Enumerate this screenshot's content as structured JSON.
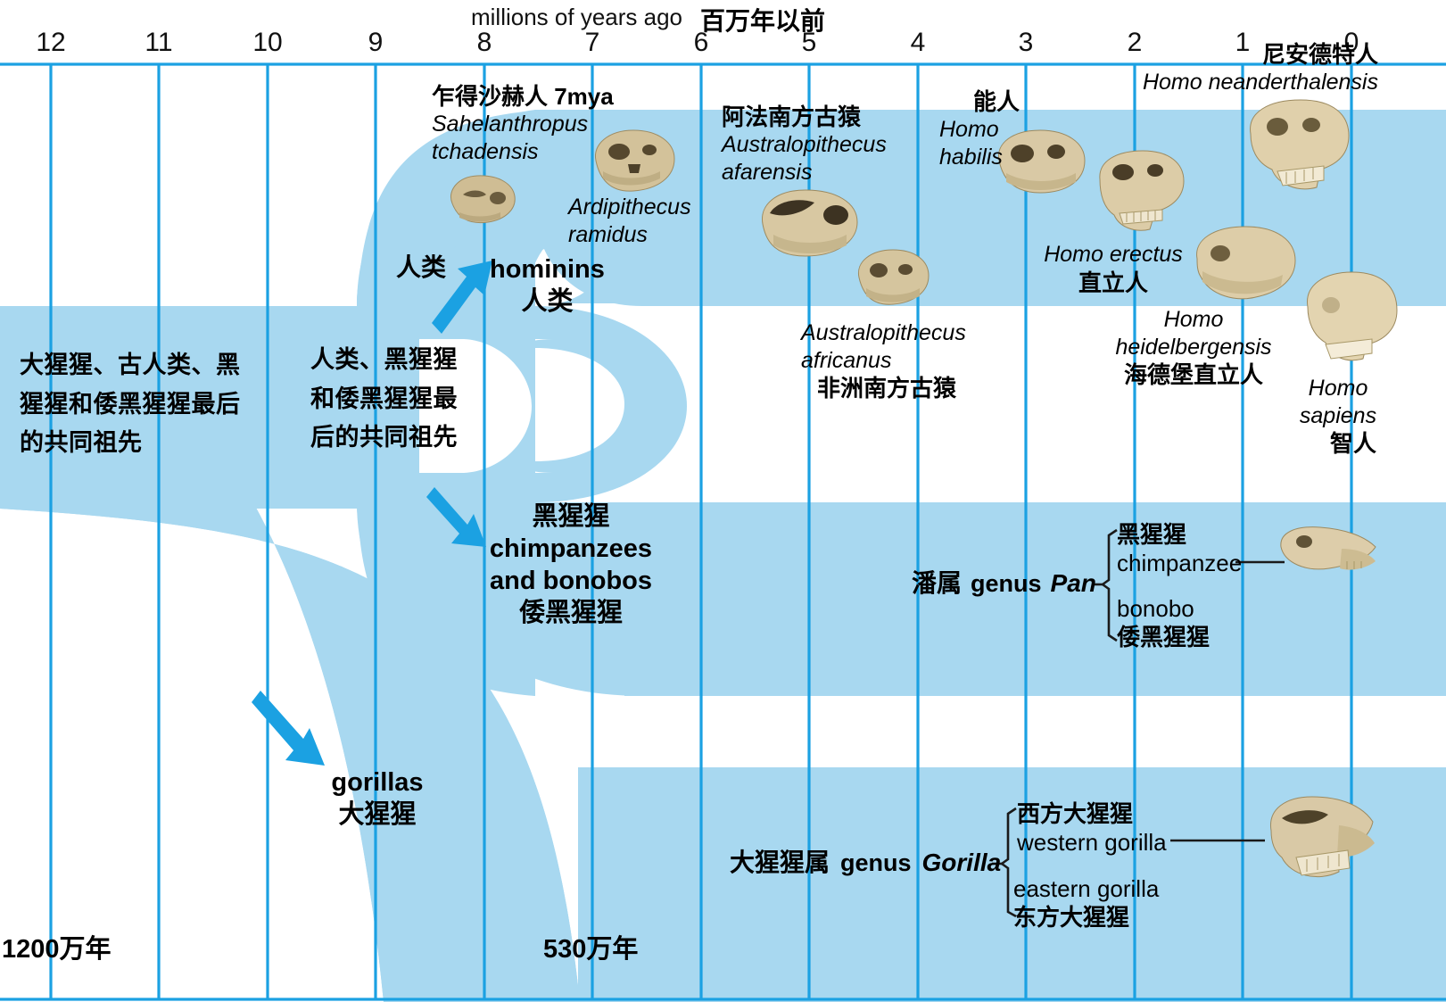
{
  "axis": {
    "title_en": "millions of years ago",
    "title_zh": "百万年以前",
    "ticks": [
      "12",
      "11",
      "10",
      "9",
      "8",
      "7",
      "6",
      "5",
      "4",
      "3",
      "2",
      "1",
      "0"
    ]
  },
  "corner_labels": {
    "left_bottom": "1200万年",
    "mid_bottom": "530万年"
  },
  "ancestor_nodes": [
    {
      "id": "lca-all",
      "lines": [
        "大猩猩、古人类、黑",
        "猩猩和倭黑猩猩最后",
        "的共同祖先"
      ]
    },
    {
      "id": "lca-hominin-pan",
      "lines": [
        "人类、黑猩猩",
        "和倭黑猩猩最",
        "后的共同祖先"
      ]
    }
  ],
  "branch_labels": [
    {
      "id": "hominins-left",
      "text": "人类"
    },
    {
      "id": "hominins",
      "zh_top": "hominins",
      "en": "hominins",
      "zh_bottom": "人类"
    },
    {
      "id": "chimps",
      "l1": "黑猩猩",
      "l2": "chimpanzees",
      "l3": "and bonobos",
      "l4": "倭黑猩猩"
    },
    {
      "id": "gorillas",
      "l1": "gorillas",
      "l2": "大猩猩"
    }
  ],
  "species": [
    {
      "id": "sahelanthropus",
      "zh": "乍得沙赫人 7mya",
      "la1": "Sahelanthropus",
      "la2": "tchadensis"
    },
    {
      "id": "ardipithecus",
      "la1": "Ardipithecus",
      "la2": "ramidus"
    },
    {
      "id": "au-afarensis",
      "zh": "阿法南方古猿",
      "la1": "Australopithecus",
      "la2": "afarensis"
    },
    {
      "id": "au-africanus",
      "la1": "Australopithecus",
      "la2": "africanus",
      "zh": "非洲南方古猿"
    },
    {
      "id": "homo-habilis",
      "zh": "能人",
      "la1": "Homo",
      "la2": "habilis"
    },
    {
      "id": "homo-erectus",
      "la1": "Homo erectus",
      "zh": "直立人"
    },
    {
      "id": "homo-heidelbergensis",
      "la1": "Homo",
      "la2": "heidelbergensis",
      "zh": "海德堡直立人"
    },
    {
      "id": "homo-neanderthalensis",
      "zh": "尼安德特人",
      "la1": "Homo neanderthalensis"
    },
    {
      "id": "homo-sapiens",
      "la1": "Homo",
      "la2": "sapiens",
      "zh": "智人"
    }
  ],
  "genera": [
    {
      "id": "genus-pan",
      "zh": "潘属",
      "en": "genus",
      "latin": "Pan",
      "children": [
        {
          "zh": "黑猩猩",
          "en": "chimpanzee"
        },
        {
          "en": "bonobo",
          "zh": "倭黑猩猩"
        }
      ]
    },
    {
      "id": "genus-gorilla",
      "zh": "大猩猩属",
      "en": "genus",
      "latin": "Gorilla",
      "children": [
        {
          "zh": "西方大猩猩",
          "en": "western gorilla"
        },
        {
          "en": "eastern gorilla",
          "zh": "东方大猩猩"
        }
      ]
    }
  ],
  "colors": {
    "ribbon": "#a8d8f0",
    "grid_line": "#1ba1e2",
    "arrow": "#1ba1e2",
    "text": "#000000",
    "background": "#ffffff",
    "bone": "#d9c9a3"
  },
  "chart_data": {
    "type": "area",
    "title": "Hominid evolutionary timeline / 人科演化时间轴",
    "xlabel": "millions of years ago 百万年以前",
    "xlim": [
      12,
      0
    ],
    "grid": true,
    "legend": "none",
    "categories": [
      "12",
      "11",
      "10",
      "9",
      "8",
      "7",
      "6",
      "5",
      "4",
      "3",
      "2",
      "1",
      "0"
    ],
    "series": [
      {
        "name": "hominins 人类",
        "split_at_mya": 7.0,
        "values": []
      },
      {
        "name": "chimpanzees and bonobos 黑猩猩倭黑猩猩",
        "split_at_mya": 7.0,
        "values": []
      },
      {
        "name": "gorillas 大猩猩",
        "split_at_mya": 9.0,
        "values": []
      }
    ],
    "annotations": [
      {
        "mya": 12.0,
        "text": "1200万年 — 大猩猩、古人类、黑猩猩和倭黑猩猩最后的共同祖先"
      },
      {
        "mya": 5.3,
        "text": "530万年 — 人类、黑猩猩和倭黑猩猩最后的共同祖先"
      },
      {
        "mya": 7.0,
        "text": "乍得沙赫人 Sahelanthropus tchadensis 7mya"
      },
      {
        "mya": 4.4,
        "text": "Ardipithecus ramidus"
      },
      {
        "mya": 3.5,
        "text": "阿法南方古猿 Australopithecus afarensis"
      },
      {
        "mya": 2.8,
        "text": "非洲南方古猿 Australopithecus africanus"
      },
      {
        "mya": 2.1,
        "text": "能人 Homo habilis"
      },
      {
        "mya": 1.2,
        "text": "直立人 Homo erectus"
      },
      {
        "mya": 0.7,
        "text": "海德堡直立人 Homo heidelbergensis"
      },
      {
        "mya": 0.3,
        "text": "尼安德特人 Homo neanderthalensis"
      },
      {
        "mya": 0.1,
        "text": "智人 Homo sapiens"
      }
    ]
  }
}
